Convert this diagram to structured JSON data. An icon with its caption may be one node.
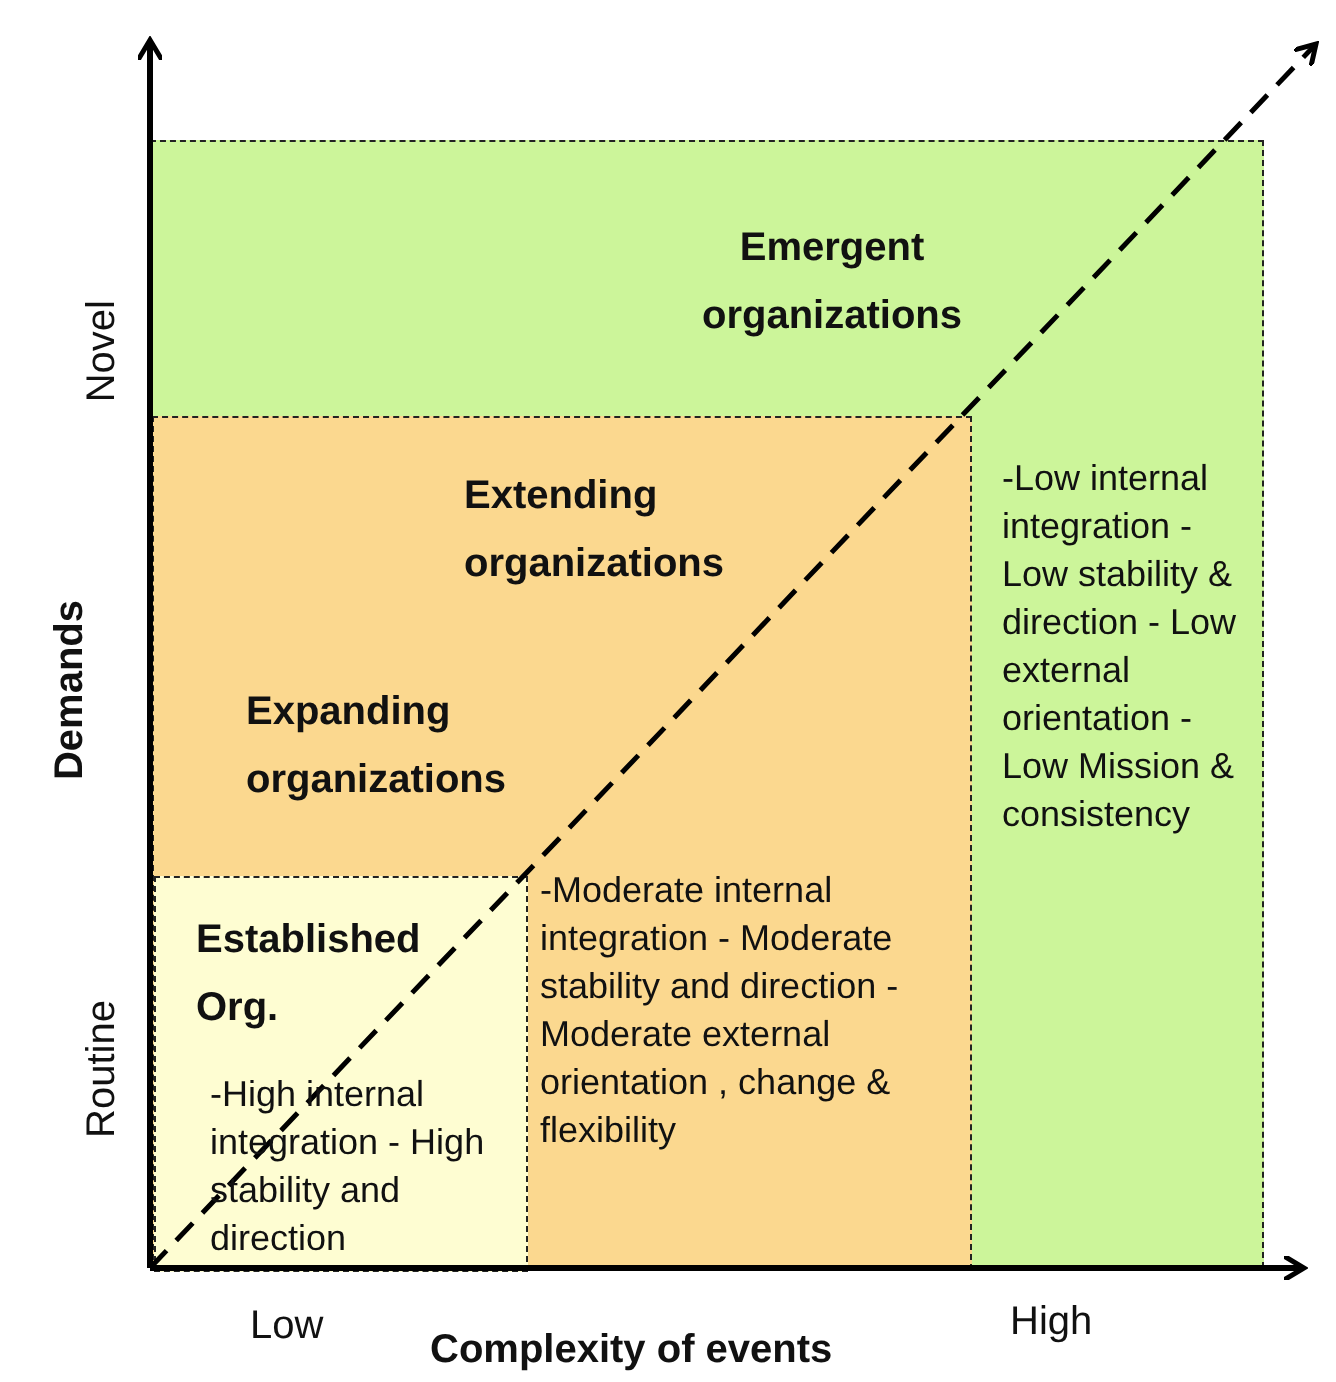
{
  "diagram": {
    "nodes": [
      {
        "text": [
          "Emergent organizations",
          "-Low internal integration - Low stability & direction - Low external orientation -Low Mission & consistency"
        ]
      },
      {
        "text": [
          "Extending organizations",
          "Expanding organizations",
          "-Moderate internal integration - Moderate stability and direction - Moderate external orientation , change & flexibility"
        ],
        "in": 0
      },
      {
        "text": [
          "Established Org.",
          "-High internal integration - High stability and direction"
        ],
        "in": 1
      }
    ],
    "edges": [],
    "labels": [
      "Novel",
      "Demands",
      "Routine",
      "Low",
      "Complexity of events",
      "High"
    ]
  }
}
